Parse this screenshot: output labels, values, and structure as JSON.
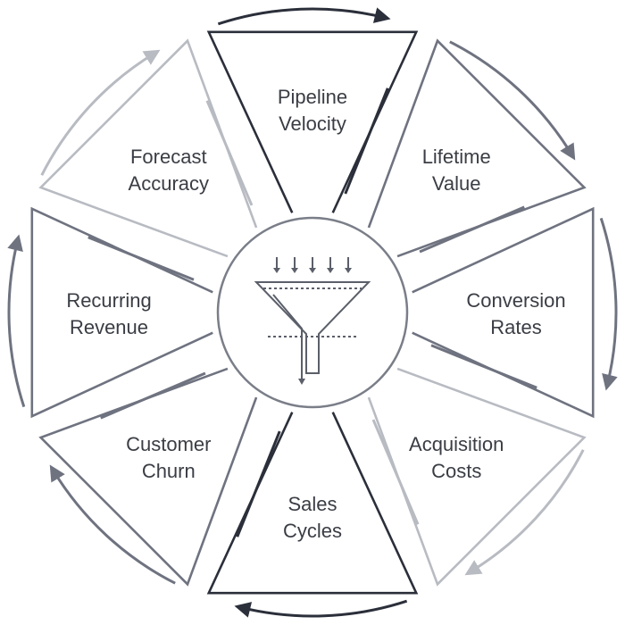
{
  "segments": [
    {
      "line1": "Pipeline",
      "line2": "Velocity",
      "tone": "dark"
    },
    {
      "line1": "Lifetime",
      "line2": "Value",
      "tone": "mid"
    },
    {
      "line1": "Conversion",
      "line2": "Rates",
      "tone": "mid"
    },
    {
      "line1": "Acquisition",
      "line2": "Costs",
      "tone": "light"
    },
    {
      "line1": "Sales",
      "line2": "Cycles",
      "tone": "dark"
    },
    {
      "line1": "Customer",
      "line2": "Churn",
      "tone": "mid"
    },
    {
      "line1": "Recurring",
      "line2": "Revenue",
      "tone": "mid"
    },
    {
      "line1": "Forecast",
      "line2": "Accuracy",
      "tone": "light"
    }
  ],
  "colors": {
    "dark": "#2b2f3a",
    "mid": "#6f7380",
    "light": "#b8bbc2",
    "text": "#3a3d44",
    "center": "#5b5f69"
  },
  "center_icon": "funnel-icon"
}
